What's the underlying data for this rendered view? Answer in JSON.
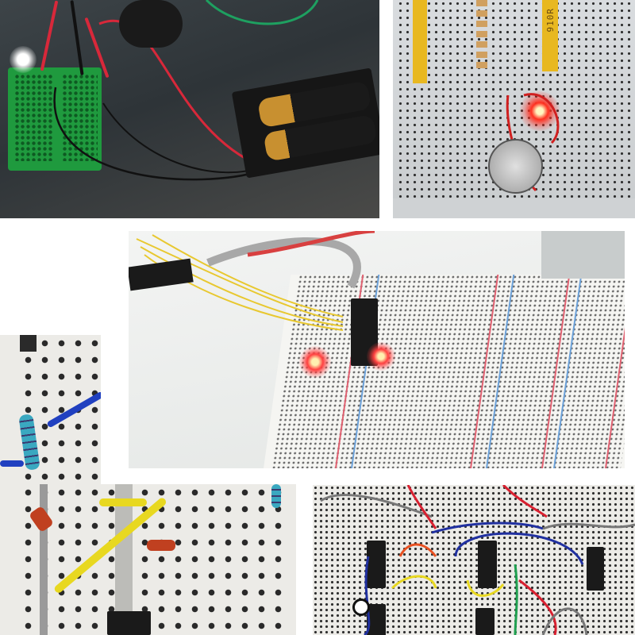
{
  "collage": {
    "title": "",
    "panels": [
      {
        "id": "panel-1",
        "description": "Green mini breadboard with white LED lit, red and black wires running to a 2xAA battery holder on a dark surface",
        "colors": {
          "background": "#3a4044",
          "breadboard": "#1f9a3e",
          "wire_red": "#d8283a",
          "battery_gold": "#c89030"
        }
      },
      {
        "id": "panel-2",
        "description": "White breadboard with a row of resistors on yellow tape strips, a glowing red LED and a coin cell battery",
        "label_text": "910R",
        "colors": {
          "background": "#d4d7da",
          "tape": "#e8b820",
          "led": "#ff3020"
        }
      },
      {
        "id": "panel-3",
        "description": "Large multi-section breadboard with a 40-pin DIP IC, two lit red LEDs, yellow jumper bundle and grey ribbon cable",
        "colors": {
          "background": "#eef0ee",
          "ic": "#1a1a1a",
          "wire_yellow": "#e8c830",
          "rail_red": "#e06070",
          "rail_blue": "#6aa0d8"
        }
      },
      {
        "id": "panel-4",
        "description": "Close-up of breadboard with blue-band resistors, glass diodes, yellow and blue jumper wires and an 8-pin IC",
        "colors": {
          "background": "#ecebe7",
          "resistor": "#3aa8c0",
          "wire_blue": "#2040c0",
          "wire_yellow": "#e8d820"
        }
      },
      {
        "id": "panel-5",
        "description": "Breadboard with several 14/16-pin logic ICs interconnected by red, blue, yellow, green and grey jumper wires",
        "colors": {
          "background": "#ecebe7",
          "wire_red": "#d82030",
          "wire_blue": "#2030a0",
          "wire_green": "#20a050"
        }
      }
    ]
  }
}
